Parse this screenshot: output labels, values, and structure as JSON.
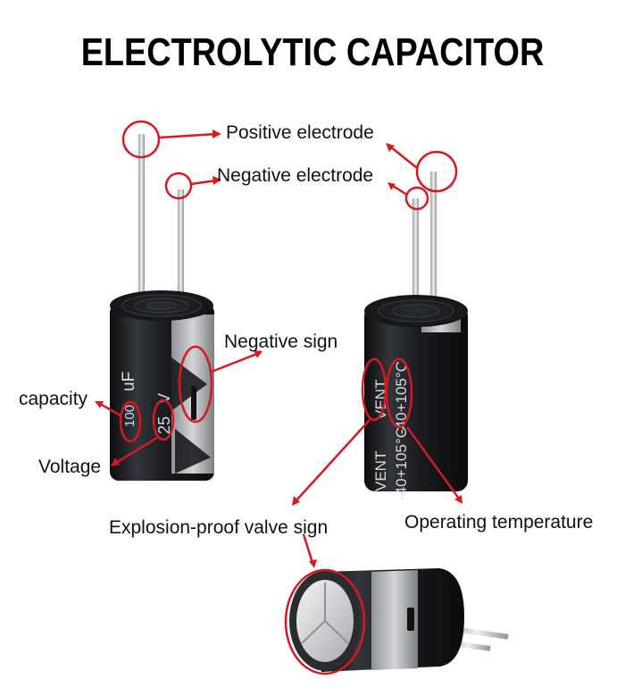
{
  "title": "ELECTROLYTIC CAPACITOR",
  "labels": {
    "positive_electrode": "Positive electrode",
    "negative_electrode": "Negative electrode",
    "negative_sign": "Negative sign",
    "capacity": "capacity",
    "voltage": "Voltage",
    "explosion_valve": "Explosion-proof valve sign",
    "operating_temperature": "Operating temperature"
  },
  "markings": {
    "capacity_value": "100",
    "capacity_unit": "uF",
    "voltage_value": "25",
    "voltage_unit": "V",
    "vent": "VENT",
    "temperature": "-40+105°C"
  },
  "colors": {
    "annotation": "#d71920",
    "capacitor_body": "#1b1d21",
    "sleeve_stripe": "#b9bcc0",
    "lead": "#c9ccd0"
  }
}
